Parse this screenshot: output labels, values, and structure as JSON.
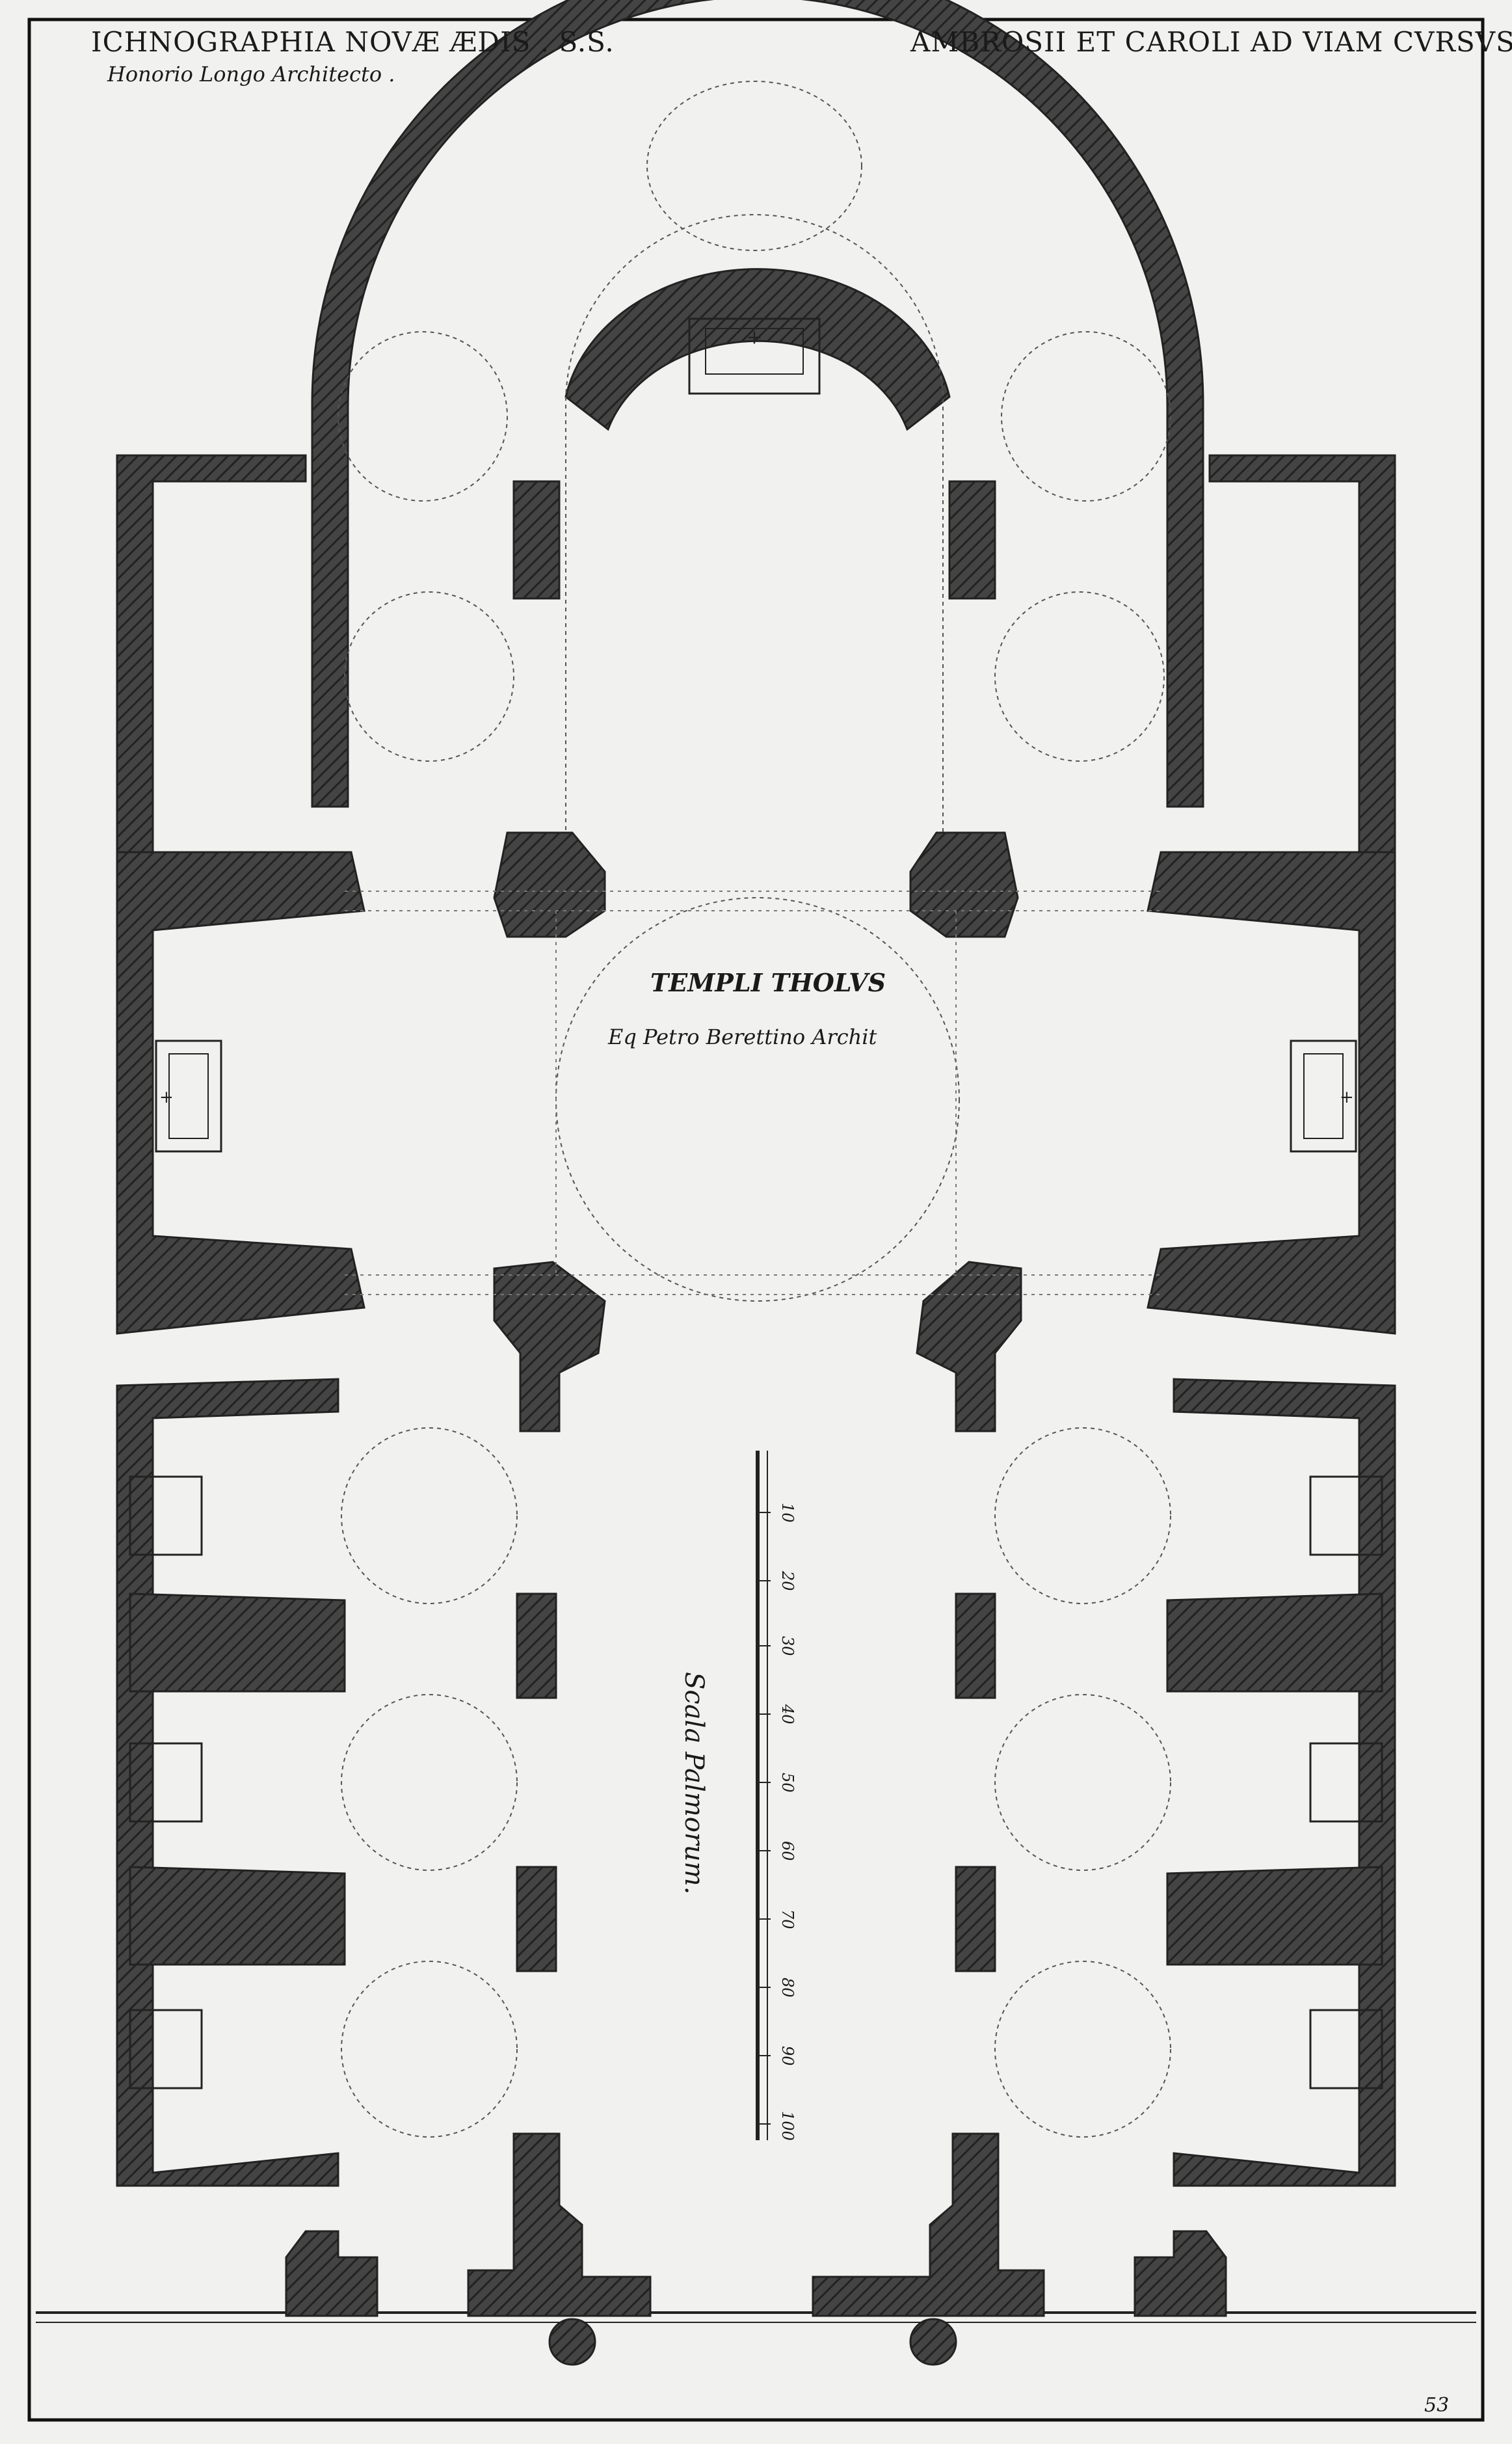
{
  "title_left": "ICHNOGRAPHIA NOVÆ ÆDIS . S.S.",
  "title_right": "AMBROSII ET CAROLI AD VIAM CVRSVS.",
  "architect": "Honorio Longo Architecto .",
  "dome_title": "TEMPLI THOLVS",
  "dome_architect": "Eq Petro Berettino Archit",
  "scale": {
    "label": "Scala Palmorum.",
    "ticks": [
      "10",
      "20",
      "30",
      "40",
      "50",
      "60",
      "70",
      "80",
      "90",
      "100"
    ]
  },
  "page_number": "53",
  "colors": {
    "paper": "#f1f1ef",
    "wall": "#3e3e3e",
    "line": "#222222",
    "frame": "#000000"
  }
}
